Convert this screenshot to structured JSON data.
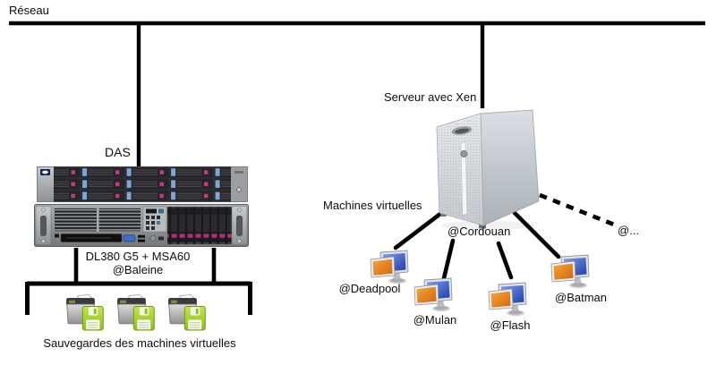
{
  "network": {
    "label": "Réseau"
  },
  "das_unit": {
    "label": "DAS",
    "caption_line1": "DL380 G5 + MSA60",
    "caption_line2": "@Baleine"
  },
  "xen_server": {
    "label": "Serveur avec Xen",
    "hostname": "@Cordouan"
  },
  "vms": {
    "label": "Machines virtuelles",
    "items": [
      {
        "name": "@Deadpool"
      },
      {
        "name": "@Mulan"
      },
      {
        "name": "@Flash"
      },
      {
        "name": "@Batman"
      }
    ],
    "more_label": "@..."
  },
  "backups": {
    "caption": "Sauvegardes des machines virtuelles",
    "icon_count": 3
  },
  "icons": {
    "das": "disk-array-msa60-icon",
    "rack_server": "rack-server-dl380-icon",
    "tower": "tower-server-icon",
    "vm": "desktop-computer-icon",
    "backup": "folder-floppy-backup-icon"
  },
  "colors": {
    "line": "#000000",
    "background": "#ffffff",
    "vm_screen_blue": "#2d4fb4",
    "vm_screen_orange": "#e8821c",
    "floppy_green": "#a2d327",
    "drive_accent_magenta": "#c43b7e"
  }
}
